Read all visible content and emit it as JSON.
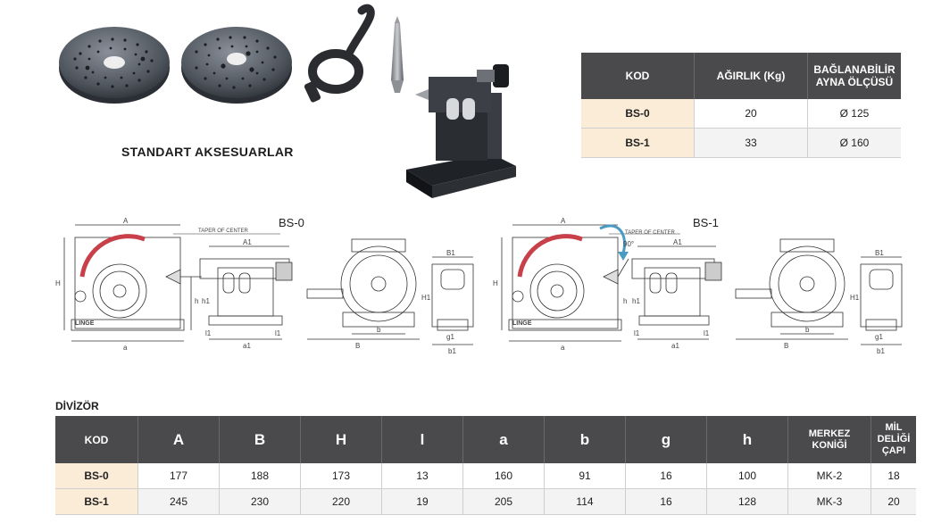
{
  "accessories": {
    "title": "STANDART AKSESUARLAR",
    "items": [
      "plate-small",
      "plate-large",
      "dog-carrier",
      "center-point",
      "tailstock"
    ]
  },
  "weight_table": {
    "headers": [
      "KOD",
      "AĞIRLIK (Kg)",
      "BAĞLANABİLİR AYNA ÖLÇÜSÜ"
    ],
    "rows": [
      [
        "BS-0",
        "20",
        "Ø 125"
      ],
      [
        "BS-1",
        "33",
        "Ø 160"
      ]
    ]
  },
  "diagrams": {
    "bs0": {
      "title": "BS-0",
      "taper_label": "TAPER OF CENTER",
      "dims": [
        "A",
        "H",
        "h",
        "a",
        "A1",
        "h1",
        "l1",
        "a1",
        "l1",
        "B",
        "b",
        "B1",
        "H1",
        "g1",
        "b1"
      ],
      "brand": "LINGE"
    },
    "bs1": {
      "title": "BS-1",
      "taper_label": "TAPER OF CENTER",
      "angle_label": "90°",
      "dims": [
        "A",
        "H",
        "h",
        "a",
        "A1",
        "h1",
        "l1",
        "a1",
        "l1",
        "B",
        "b",
        "B1",
        "H1",
        "g1",
        "b1"
      ],
      "brand": "LINGE"
    }
  },
  "divizor": {
    "title": "DİVİZÖR",
    "headers": [
      "KOD",
      "A",
      "B",
      "H",
      "l",
      "a",
      "b",
      "g",
      "h",
      "MERKEZ KONİĞİ",
      "MİL DELİĞİ ÇAPI"
    ],
    "rows": [
      [
        "BS-0",
        "177",
        "188",
        "173",
        "13",
        "160",
        "91",
        "16",
        "100",
        "MK-2",
        "18"
      ],
      [
        "BS-1",
        "245",
        "230",
        "220",
        "19",
        "205",
        "114",
        "16",
        "128",
        "MK-3",
        "20"
      ]
    ]
  },
  "colors": {
    "header_bg": "#4a4a4c",
    "code_bg": "#fbecd8",
    "accent_blue": "#4a9bc4",
    "metal_dark": "#2a2c30"
  }
}
